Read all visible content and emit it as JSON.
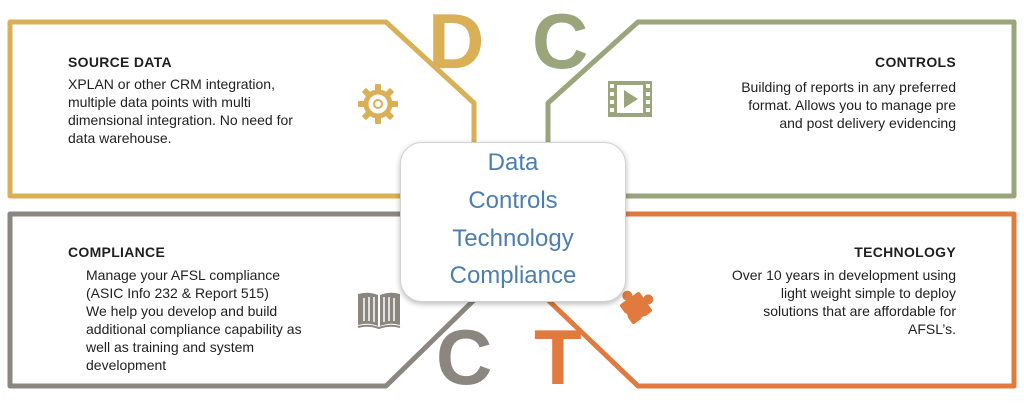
{
  "letters": {
    "top_left": "D",
    "top_right": "C",
    "bottom_left": "C",
    "bottom_right": "T"
  },
  "center": {
    "items": [
      "Data",
      "Controls",
      "Technology",
      "Compliance"
    ]
  },
  "panels": {
    "source_data": {
      "heading": "SOURCE DATA",
      "lines": [
        "XPLAN or other CRM integration,",
        "multiple data points with multi",
        "dimensional integration. No need for",
        "data warehouse."
      ],
      "icon": "gear-icon"
    },
    "controls": {
      "heading": "CONTROLS",
      "lines": [
        "Building of reports in any preferred",
        "format. Allows you to manage pre",
        "and post delivery evidencing"
      ],
      "icon": "film-icon"
    },
    "compliance": {
      "heading": "COMPLIANCE",
      "lines": [
        "Manage your AFSL compliance",
        "(ASIC Info 232 & Report 515)",
        "We help you develop and build",
        "additional compliance capability as",
        "well as training and system",
        "development"
      ],
      "icon": "book-icon"
    },
    "technology": {
      "heading": "TECHNOLOGY",
      "lines": [
        "Over 10 years in development using",
        "light weight simple to deploy",
        "solutions that are affordable for",
        "AFSL’s."
      ],
      "icon": "puzzle-icon"
    }
  },
  "colors": {
    "source_data": "#d9b056",
    "controls": "#9aa57c",
    "compliance": "#8c8680",
    "technology": "#e07a3e",
    "center_text": "#4b7fb0"
  }
}
